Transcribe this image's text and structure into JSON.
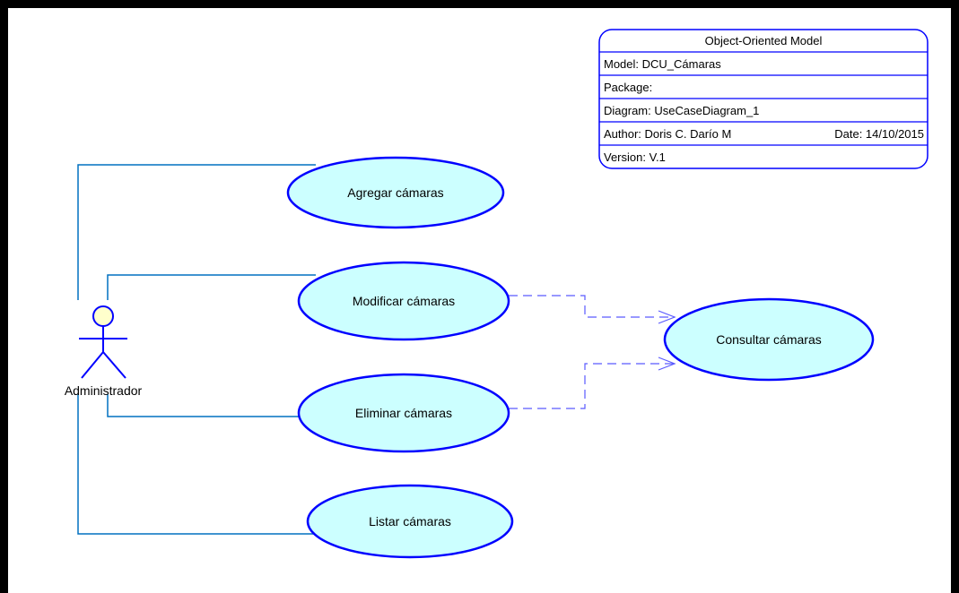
{
  "model_info": {
    "title": "Object-Oriented Model",
    "model": "Model: DCU_Cámaras",
    "package": "Package:",
    "diagram": "Diagram: UseCaseDiagram_1",
    "author": "Author: Doris C. Darío M",
    "date": "Date: 14/10/2015",
    "version": "Version: V.1"
  },
  "actor": {
    "name": "Administrador"
  },
  "use_cases": {
    "agregar": "Agregar cámaras",
    "modificar": "Modificar cámaras",
    "eliminar": "Eliminar cámaras",
    "listar": "Listar cámaras",
    "consultar": "Consultar cámaras"
  },
  "colors": {
    "usecase_fill": "#ccffff",
    "usecase_stroke": "#0000ff",
    "association": "#0070c0",
    "dependency": "#5a5aff",
    "actor_head": "#ffffcc"
  }
}
